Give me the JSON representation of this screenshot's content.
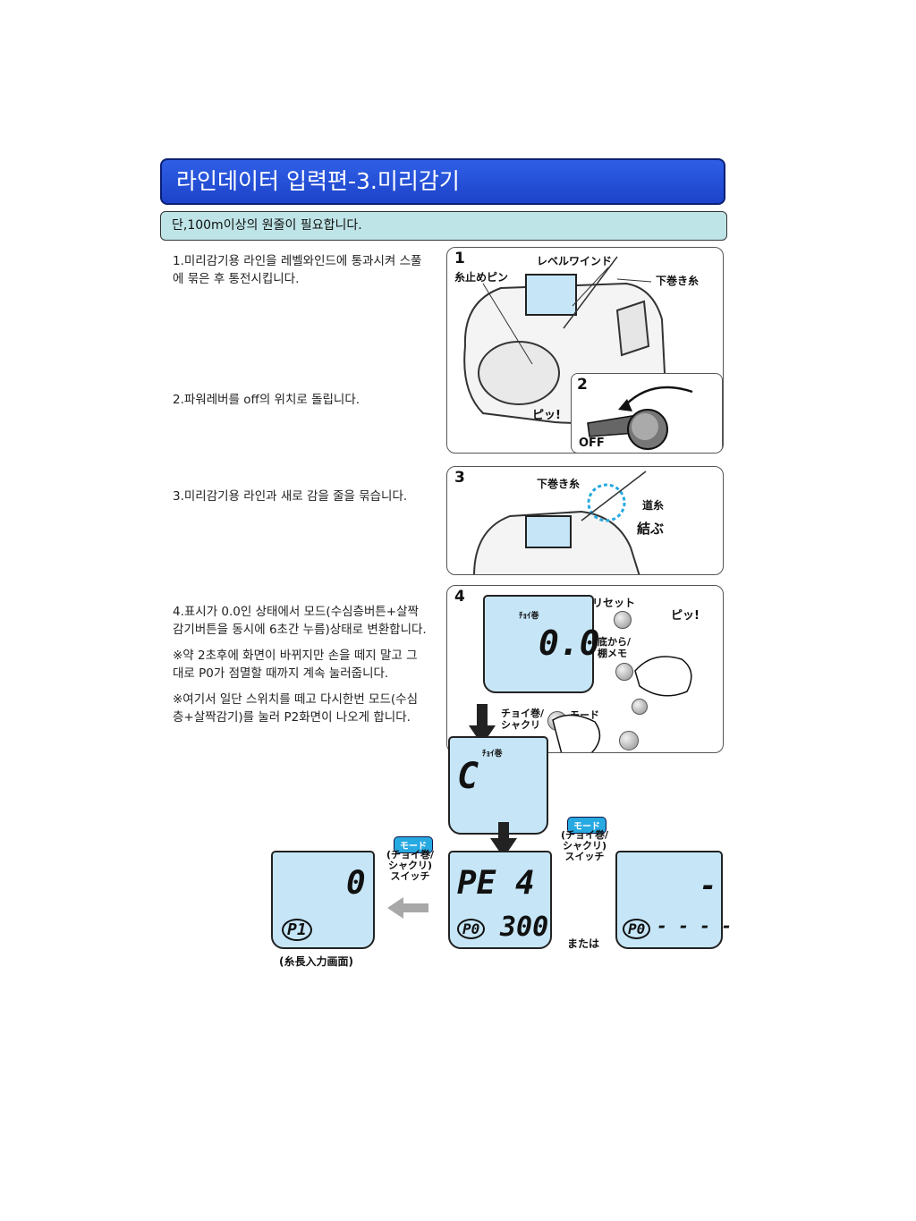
{
  "title": "라인데이터 입력편-3.미리감기",
  "note": "단,100m이상의 원줄이 필요합니다.",
  "steps": [
    {
      "text": "1.미리감기용 라인을 레벨와인드에 통과시켜 스풀에 묶은 후 통전시킵니다."
    },
    {
      "text": "2.파워레버를 off의 위치로 돌립니다."
    },
    {
      "text": "3.미리감기용 라인과 새로 감을 줄을 묶습니다."
    },
    {
      "paras": [
        "4.표시가 0.0인 상태에서 모드(수심층버튼+살짝감기버튼을 동시에 6초간 누름)상태로 변환합니다.",
        "※약 2초후에 화면이 바뀌지만 손을 떼지 말고 그대로 P0가 점멸할 때까지 계속 눌러줍니다.",
        "※여기서 일단 스위치를 떼고 다시한번 모드(수심층+살짝감기)를 눌러 P2화면이 나오게 합니다."
      ]
    }
  ],
  "fig1": {
    "num": "1",
    "level_wind": "レベルワインド",
    "pin": "糸止めピン",
    "under_line": "下巻き糸",
    "num2": "2",
    "beep": "ピッ!",
    "off": "OFF"
  },
  "fig3": {
    "num": "3",
    "under_line": "下巻き糸",
    "main_line": "道糸",
    "tie": "結ぶ"
  },
  "fig4": {
    "num": "4",
    "reset": "リセット",
    "beep": "ピッ!",
    "lcd_label": "ﾁｮｲ巻",
    "lcd_value": "0.0",
    "bottom_memo": "底から/\n棚メモ",
    "choi": "チョイ巻/\nシャクリ",
    "mode": "モード"
  },
  "lcd_c": {
    "label": "ﾁｮｲ巻",
    "value": "C"
  },
  "switch_left": {
    "badge": "モード",
    "text": "(チョイ巻/\nシャクリ)\nスイッチ"
  },
  "switch_right": {
    "badge": "モード",
    "text": "(チョイ巻/\nシャクリ)\nスイッチ"
  },
  "lcd_p1": {
    "value": "0",
    "p": "P1",
    "caption": "(糸長入力画面)"
  },
  "lcd_p0": {
    "top": "PE 4",
    "p": "P0",
    "value": "300"
  },
  "or": "または",
  "lcd_p0b": {
    "top": "-",
    "p": "P0",
    "value": "- - - -"
  }
}
